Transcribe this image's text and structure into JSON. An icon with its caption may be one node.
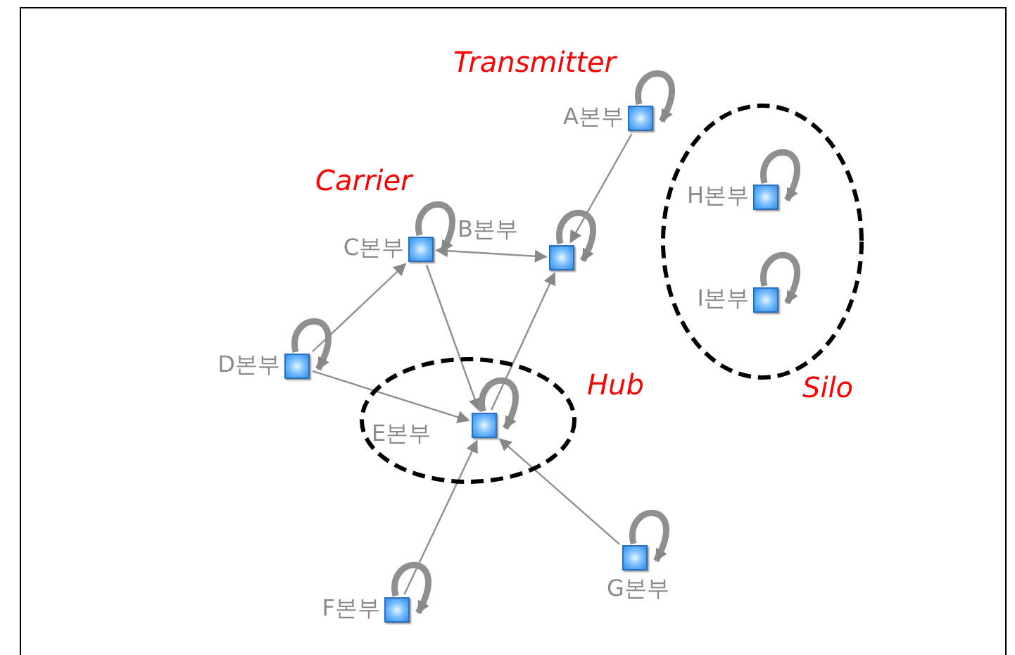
{
  "diagram": {
    "nodes": [
      {
        "text": [
          "A본부"
        ]
      },
      {
        "text": [
          "Silo"
        ]
      },
      {
        "text": [
          "H본부"
        ],
        "in": 1
      },
      {
        "text": [
          "I본부"
        ],
        "in": 1
      },
      {
        "text": [
          "C본부"
        ]
      },
      {
        "text": [
          "B본부"
        ]
      },
      {
        "text": [
          "D본부"
        ]
      },
      {
        "text": [
          "Hub"
        ]
      },
      {
        "text": [
          "E본부"
        ],
        "in": 7
      },
      {
        "text": [
          "F본부"
        ]
      },
      {
        "text": [
          "G본부"
        ]
      }
    ],
    "edges": [
      {
        "from": 0,
        "to": 5,
        "arrow": "to"
      },
      {
        "from": 4,
        "to": 5,
        "arrow": "both"
      },
      {
        "from": 6,
        "to": 4,
        "arrow": "to"
      },
      {
        "from": 6,
        "to": 8,
        "arrow": "to"
      },
      {
        "from": 4,
        "to": 8,
        "arrow": "to"
      },
      {
        "from": 8,
        "to": 5,
        "arrow": "to"
      },
      {
        "from": 9,
        "to": 8,
        "arrow": "to"
      },
      {
        "from": 10,
        "to": 8,
        "arrow": "to"
      },
      {
        "from": 0,
        "to": 0,
        "arrow": "to"
      },
      {
        "from": 2,
        "to": 2,
        "arrow": "to"
      },
      {
        "from": 3,
        "to": 3,
        "arrow": "to"
      },
      {
        "from": 4,
        "to": 4,
        "arrow": "to"
      },
      {
        "from": 5,
        "to": 5,
        "arrow": "to"
      },
      {
        "from": 6,
        "to": 6,
        "arrow": "to"
      },
      {
        "from": 8,
        "to": 8,
        "arrow": "to"
      },
      {
        "from": 9,
        "to": 9,
        "arrow": "to"
      },
      {
        "from": 10,
        "to": 10,
        "arrow": "to"
      }
    ],
    "labels": [
      "Transmitter",
      "Carrier"
    ]
  }
}
